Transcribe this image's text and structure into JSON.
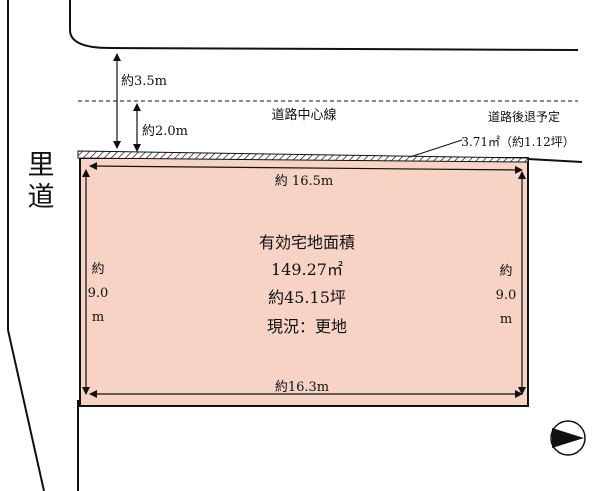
{
  "road_side_label": "里道",
  "road_center_line_label": "道路中心線",
  "setback": {
    "title": "道路後退予定",
    "area": "3.71㎡（約1.12坪）"
  },
  "dimensions": {
    "to_existing_road": "約3.5m",
    "to_center_line": "約2.0m",
    "top_width": "約 16.5m",
    "bottom_width": "約16.3m",
    "left_depth": [
      "約",
      "9.0",
      "m"
    ],
    "right_depth": [
      "約",
      "9.0",
      "m"
    ]
  },
  "lot": {
    "title": "有効宅地面積",
    "area_m2": "149.27㎡",
    "area_tsubo": "約45.15坪",
    "status": "現況：更地"
  },
  "colors": {
    "lot_fill": "#f6d3c4",
    "line": "#111111"
  },
  "icons": {
    "north": "north-arrow-icon"
  }
}
